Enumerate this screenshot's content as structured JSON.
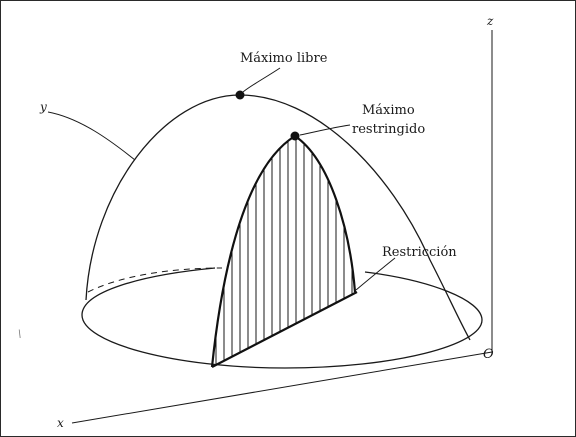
{
  "labels": {
    "free_max": "Máximo libre",
    "constrained_max_line1": "Máximo",
    "constrained_max_line2": "restringido",
    "constraint": "Restricción",
    "y_axis": "y",
    "z_axis": "z",
    "x_axis": "x",
    "origin": "O",
    "stray_mark": "\\"
  },
  "colors": {
    "ink": "#1a1a1a",
    "background": "#ffffff",
    "frame": "#2a2a2a"
  }
}
